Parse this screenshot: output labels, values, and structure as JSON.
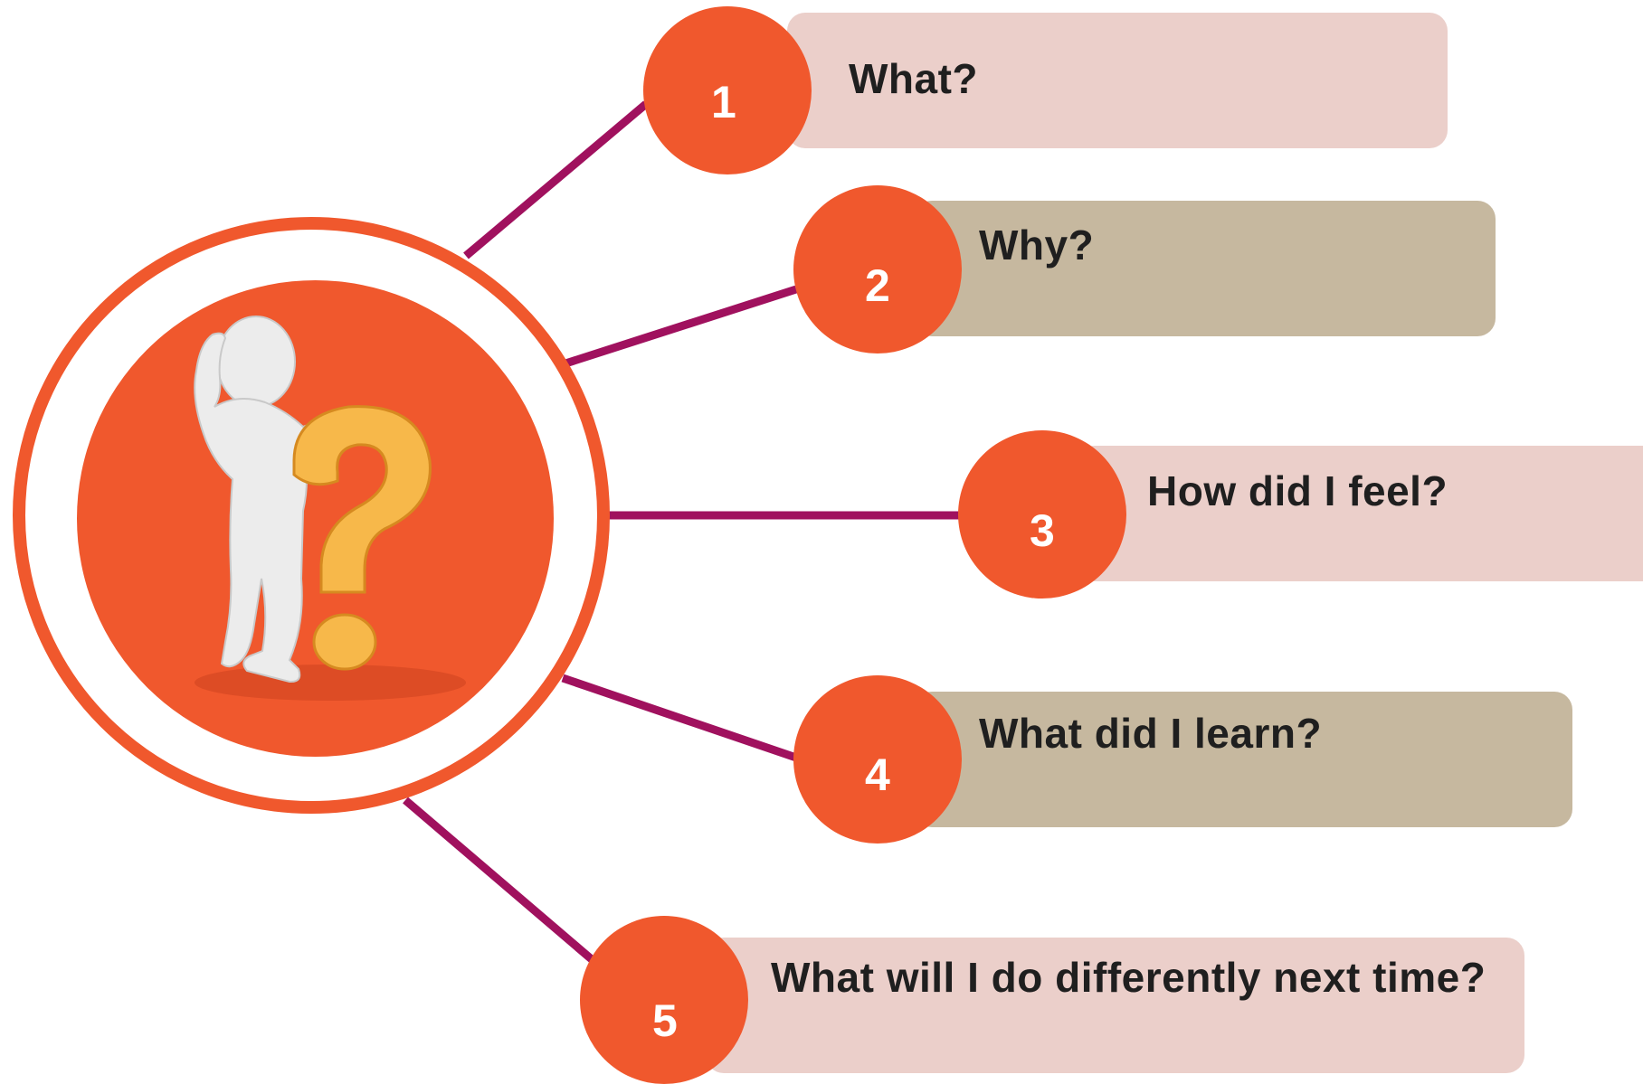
{
  "colors": {
    "accent_orange": "#f0582d",
    "connector": "#a0115e",
    "box_pink": "#ebcfca",
    "box_tan": "#c6b89f",
    "figure": "#ececec",
    "question_mark": "#f7b84a"
  },
  "hub": {
    "icon": "thinking-person-with-question-mark-icon"
  },
  "items": [
    {
      "number": "1",
      "label": "What?"
    },
    {
      "number": "2",
      "label": "Why?"
    },
    {
      "number": "3",
      "label": "How did I feel?"
    },
    {
      "number": "4",
      "label": "What did I learn?"
    },
    {
      "number": "5",
      "label": "What will I do differently next time?"
    }
  ]
}
